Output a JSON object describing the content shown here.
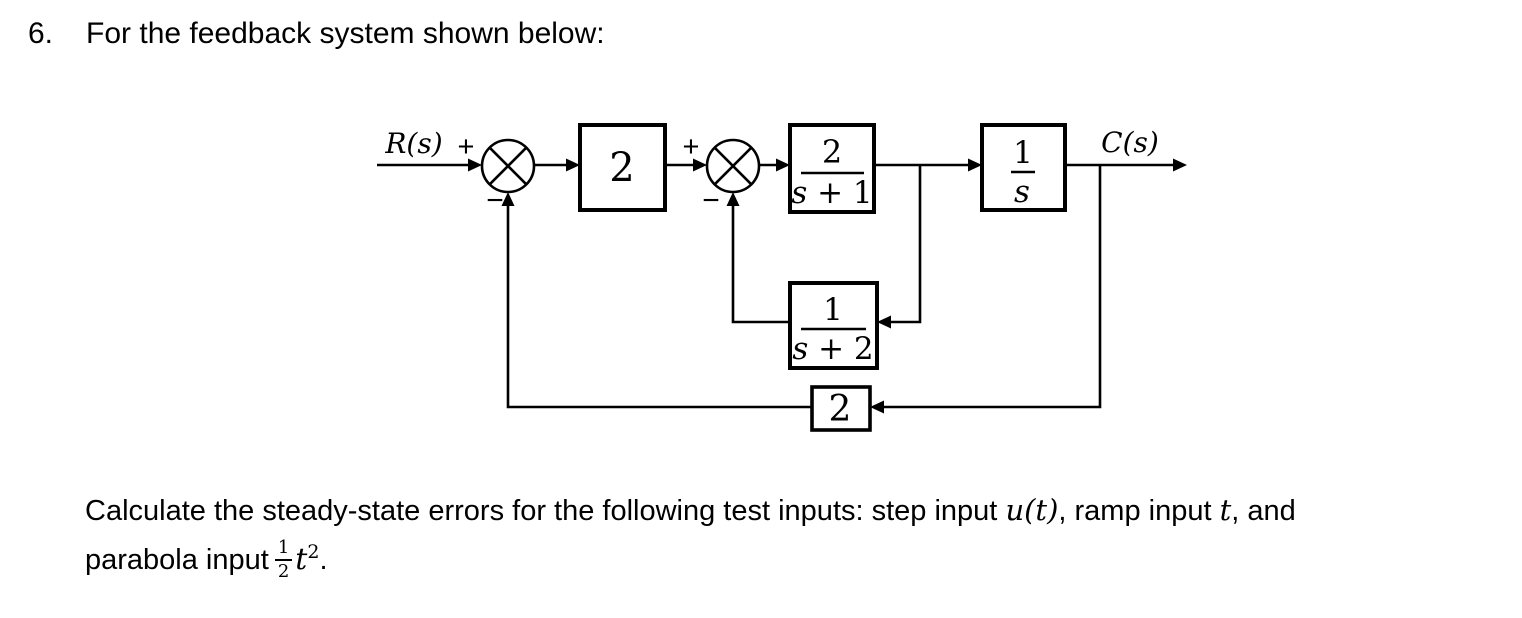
{
  "problem": {
    "number": "6.",
    "title": "For the feedback system shown below:"
  },
  "diagram": {
    "input_label": "R(s)",
    "output_label": "C(s)",
    "sum1": {
      "plus": "+",
      "minus": "−"
    },
    "sum2": {
      "plus": "+",
      "minus": "−"
    },
    "blocks": {
      "forward_gain": "2",
      "plant_num": "2",
      "plant_den_var": "s",
      "plant_den_rest": " + 1",
      "integrator_num": "1",
      "integrator_den": "s",
      "inner_fb_num": "1",
      "inner_fb_den_var": "s",
      "inner_fb_den_rest": " + 2",
      "outer_fb_gain": "2"
    },
    "line_color": "#000000"
  },
  "question": {
    "line1_text1": "Calculate the steady-state errors for the following test inputs: step input ",
    "line1_math1": "u(t)",
    "line1_text2": ", ramp input ",
    "line1_math2": "t",
    "line1_text3": ", and",
    "line2_text": "parabola input",
    "frac_num": "1",
    "frac_den": "2",
    "line2_var": "t",
    "line2_sup": "2",
    "line2_period": "."
  }
}
